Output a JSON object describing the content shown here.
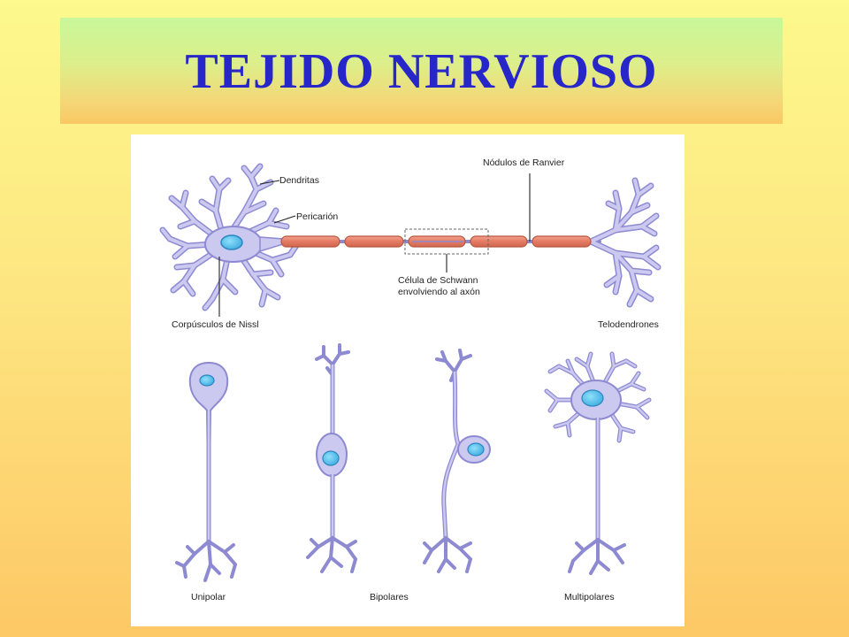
{
  "slide": {
    "title": "TEJIDO NERVIOSO"
  },
  "diagram": {
    "labels": {
      "dendritas": "Dendritas",
      "pericarion": "Pericarión",
      "nissl": "Corpúsculos de Nissl",
      "ranvier": "Nódulos de Ranvier",
      "schwann_line1": "Célula de Schwann",
      "schwann_line2": "envolviendo al axón",
      "telodendrones": "Telodendrones",
      "unipolar": "Unipolar",
      "bipolares": "Bipolares",
      "multipolares": "Multipolares"
    },
    "colors": {
      "neuron_fill": "#c9c7ee",
      "neuron_stroke": "#8d8ad1",
      "nucleus_fill": "#59c2ec",
      "nucleus_stroke": "#2a86c2",
      "myelin_fill": "#e9826a",
      "myelin_stroke": "#b9563e",
      "axon": "#8d8ad1"
    }
  }
}
